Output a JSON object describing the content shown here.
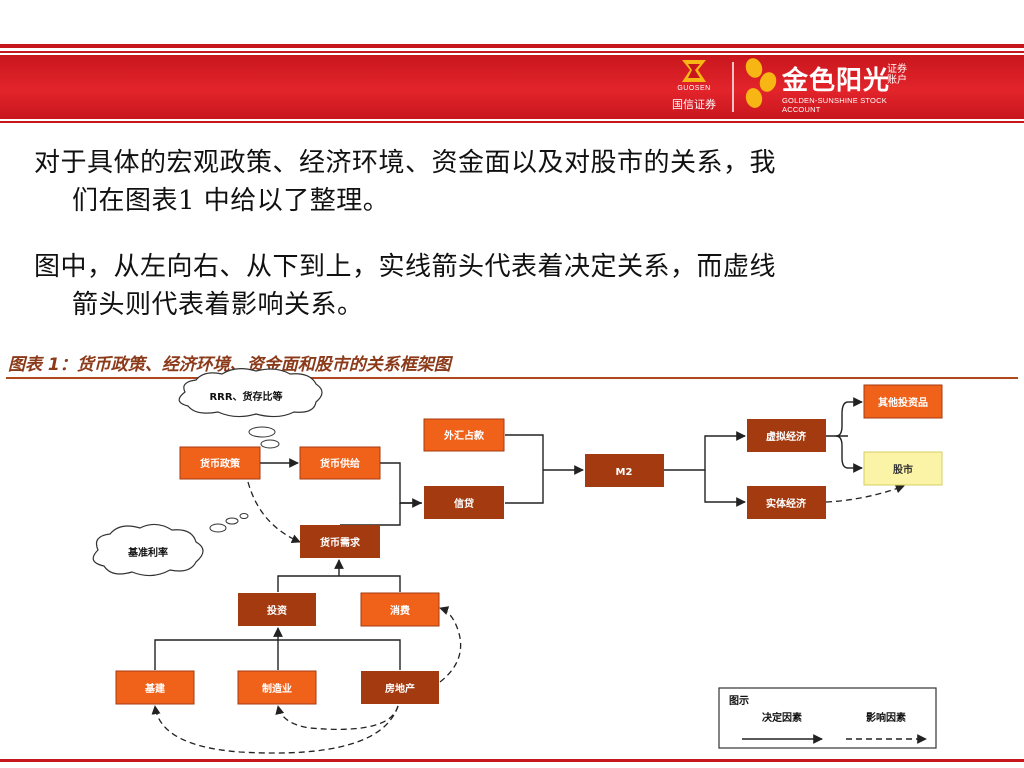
{
  "header": {
    "guosen_en": "GUOSEN",
    "guosen_cn": "国信证券",
    "golden_cn": "金色阳光",
    "golden_side": "证券账户",
    "golden_en": "GOLDEN-SUNSHINE STOCK ACCOUNT",
    "colors": {
      "band": "#c8161d",
      "logo_yellow": "#f7b614"
    }
  },
  "paragraphs": [
    {
      "line1": "对于具体的宏观政策、经济环境、资金面以及对股市的关系，我",
      "line2": "们在图表1 中给以了整理。"
    },
    {
      "line1": "图中，从左向右、从下到上，实线箭头代表着决定关系，而虚线",
      "line2": "箭头则代表着影响关系。"
    }
  ],
  "figure": {
    "title": "图表 1：货币政策、经济环境、资金面和股市的关系框架图",
    "clouds": {
      "rrr": "RRR、货存比等",
      "rate": "基准利率"
    },
    "nodes": {
      "monetary_policy": "货币政策",
      "money_supply": "货币供给",
      "money_demand": "货币需求",
      "investment": "投资",
      "consumption": "消费",
      "infrastructure": "基建",
      "manufacturing": "制造业",
      "real_estate": "房地产",
      "fx_reserve": "外汇占款",
      "credit": "信贷",
      "m2": "M2",
      "virtual_economy": "虚拟经济",
      "real_economy": "实体经济",
      "other_investment": "其他投资品",
      "stock_market": "股市"
    },
    "legend": {
      "title": "图示",
      "decisive": "决定因素",
      "influence": "影响因素"
    },
    "colors": {
      "orange": "#f0621a",
      "brown": "#a33a10",
      "yellow": "#fbf3a6"
    }
  }
}
